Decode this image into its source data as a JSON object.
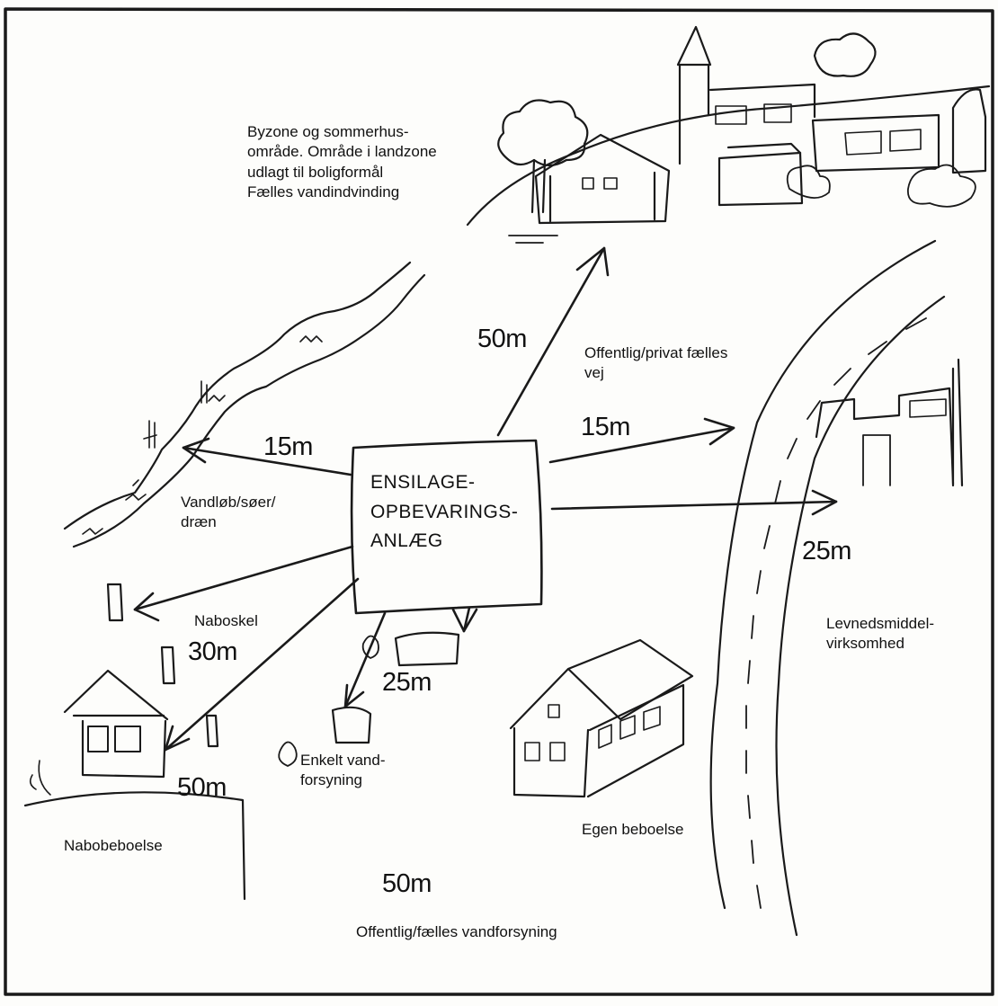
{
  "diagram": {
    "center": {
      "text": "ENSILAGE-\nOPBEVARINGS-\nANLÆG"
    },
    "labels": {
      "city": "Byzone og sommerhus-\nområde. Område i landzone\nudlagt til boligformål\nFælles vandindvinding",
      "road": "Offentlig/privat fælles\nvej",
      "stream": "Vandløb/søer/\ndræn",
      "food": "Levnedsmiddel-\nvirksomhed",
      "boundary": "Naboskel",
      "single_water": "Enkelt vand-\nforsyning",
      "neighbor_house": "Nabobeboelse",
      "own_house": "Egen beboelse",
      "public_water": "Offentlig/fælles vandforsyning"
    },
    "distances": {
      "city": "50m",
      "road": "15m",
      "stream": "15m",
      "food": "25m",
      "boundary": "30m",
      "single_water": "25m",
      "neighbor_house": "50m",
      "public_water": "50m"
    }
  }
}
